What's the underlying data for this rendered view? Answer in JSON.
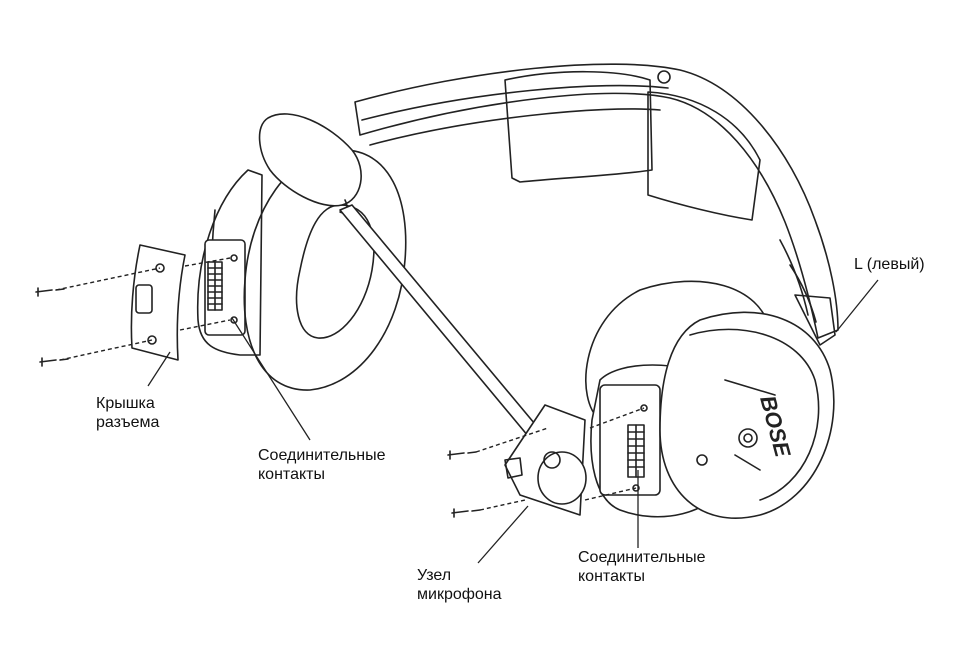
{
  "labels": {
    "connector_cover": "Крышка\nразъема",
    "left_contacts": "Соединительные\nконтакты",
    "right_contacts": "Соединительные\nконтакты",
    "mic_assembly": "Узел\nмикрофона",
    "left_side": "L (левый)"
  },
  "logo_text": "BOSE",
  "colors": {
    "line": "#222222",
    "pad_shade": "#d9d9d9",
    "background": "#ffffff"
  }
}
